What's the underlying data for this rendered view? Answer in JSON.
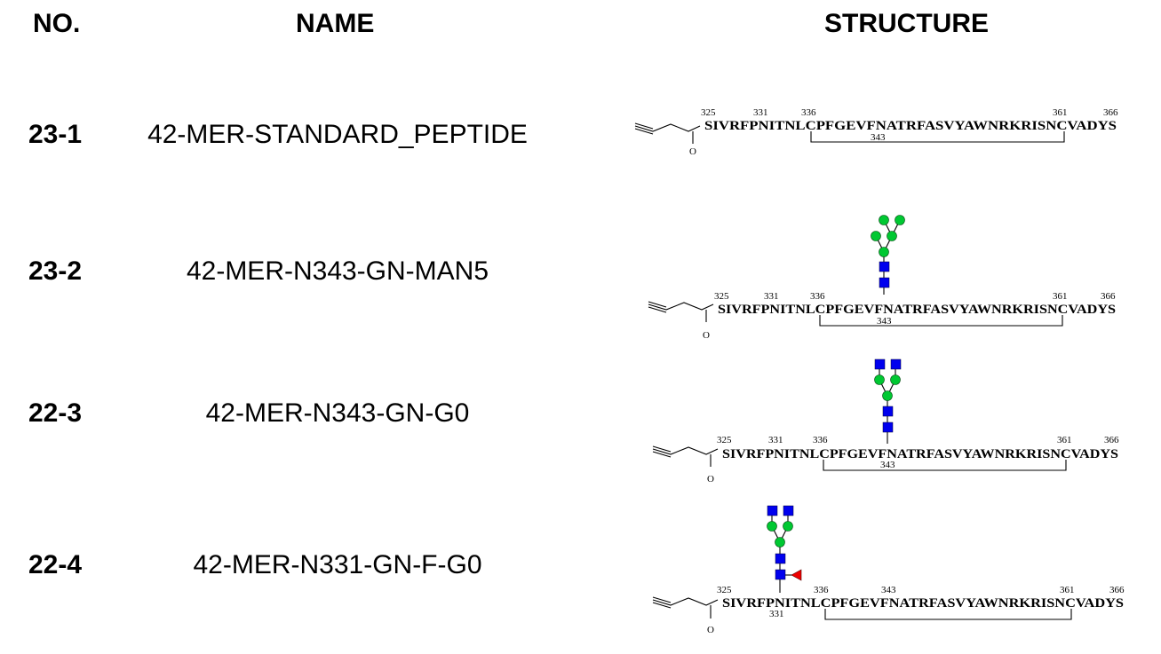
{
  "headers": {
    "no": "NO.",
    "name": "NAME",
    "structure": "STRUCTURE"
  },
  "rows": [
    {
      "no": "23-1",
      "name": "42-MER-STANDARD_PEPTIDE",
      "sequence": "SIVRFPNITNLCPFGEVFNATRFASVYAWNRKRISNCVADYS",
      "carbonyl_o": "O",
      "numbers": {
        "n325": "325",
        "n331": "331",
        "n336": "336",
        "n343": "343",
        "n361": "361",
        "n366": "366"
      },
      "glycan": "none"
    },
    {
      "no": "23-2",
      "name": "42-MER-N343-GN-MAN5",
      "sequence": "SIVRFPNITNLCPFGEVFNATRFASVYAWNRKRISNCVADYS",
      "carbonyl_o": "O",
      "numbers": {
        "n325": "325",
        "n331": "331",
        "n336": "336",
        "n343": "343",
        "n361": "361",
        "n366": "366"
      },
      "glycan": "Man5 (GlcNAc2 + 5 mannose) at N343"
    },
    {
      "no": "22-3",
      "name": "42-MER-N343-GN-G0",
      "sequence": "SIVRFPNITNLCPFGEVFNATRFASVYAWNRKRISNCVADYS",
      "carbonyl_o": "O",
      "numbers": {
        "n325": "325",
        "n331": "331",
        "n336": "336",
        "n343": "343",
        "n361": "361",
        "n366": "366"
      },
      "glycan": "G0 (GlcNAc2 + 3 mannose + 2 GlcNAc) at N343"
    },
    {
      "no": "22-4",
      "name": "42-MER-N331-GN-F-G0",
      "sequence": "SIVRFPNITNLCPFGEVFNATRFASVYAWNRKRISNCVADYS",
      "carbonyl_o": "O",
      "numbers": {
        "n325": "325",
        "n331": "331",
        "n336": "336",
        "n343": "343",
        "n361": "361",
        "n366": "366"
      },
      "glycan": "G0F (core fucose) at N331"
    }
  ],
  "colors": {
    "glcnac": "#0000ee",
    "mannose": "#00c832",
    "fucose": "#ee0000"
  }
}
